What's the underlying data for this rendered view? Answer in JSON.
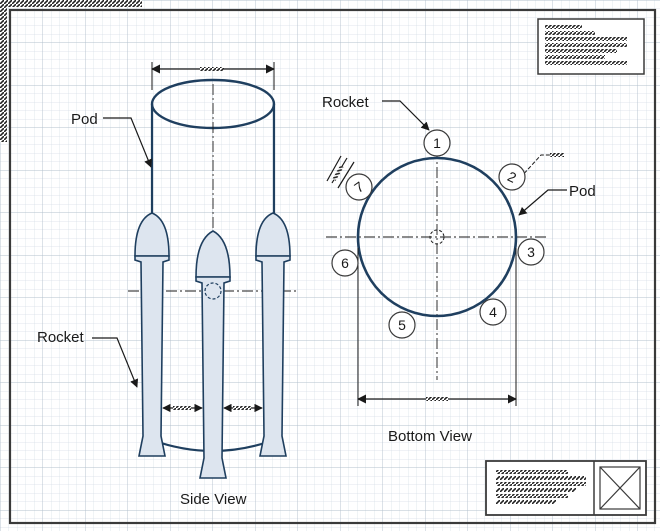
{
  "side_view": {
    "title": "Side View",
    "pod_label": "Pod",
    "rocket_label": "Rocket"
  },
  "bottom_view": {
    "title": "Bottom View",
    "rocket_label": "Rocket",
    "pod_label": "Pod",
    "rocket_numbers": [
      "1",
      "2",
      "3",
      "4",
      "5",
      "6",
      "7"
    ]
  },
  "colors": {
    "grid_minor": "#d6dee6",
    "grid_major": "#b3c0cc",
    "outline": "#1f3f5f",
    "rocket_fill": "#dde5ef"
  }
}
